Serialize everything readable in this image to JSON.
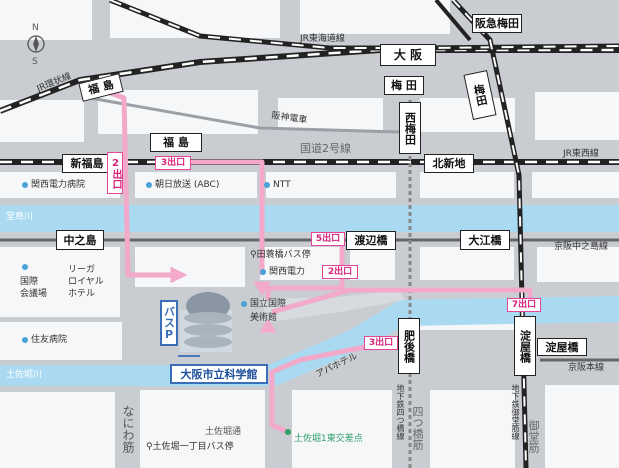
{
  "compass": {
    "north": "N",
    "south": "S"
  },
  "railways": {
    "jr_tokaido": "JR東海道線",
    "jr_kanjo": "JR環状線",
    "hanshin": "阪神電車",
    "jr_tozai": "JR東西線",
    "keihan_nakanoshima": "京阪中之島線",
    "keihan_main": "京阪本線"
  },
  "roads": {
    "route2": "国道2号線",
    "tosabori_dori": "土佐堀通",
    "naniwa_suji": "なにわ筋"
  },
  "rivers": {
    "dojima": "堂島川",
    "tosabori": "土佐堀川"
  },
  "stations": {
    "hankyu_umeda": "阪急梅田",
    "osaka": "大 阪",
    "umeda": "梅 田",
    "umeda_v": "梅田",
    "nishiumeda": "西梅田",
    "fukushima_jr": "福 島",
    "fukushima": "福 島",
    "shinfukushima": "新福島",
    "kitashinchi": "北新地",
    "nakanoshima": "中之島",
    "watanabebashi": "渡辺橋",
    "oebashi": "大江橋",
    "higobashi": "肥後橋",
    "yodoyabashi_v": "淀屋橋",
    "yodoyabashi": "淀屋橋"
  },
  "exits": {
    "shinfukushima_2": "2出口",
    "fukushima_3": "3出口",
    "watanabebashi_5": "5出口",
    "watanabebashi_2": "2出口",
    "higobashi_3": "3出口",
    "yodoyabashi_7": "7出口"
  },
  "landmarks": {
    "kepco_hospital": "関西電力病院",
    "abc": "朝日放送 (ABC)",
    "ntt": "NTT",
    "tamino_bus": "田蓑橋バス停",
    "kepco": "関西電力",
    "intl_conf_1": "国際",
    "intl_conf_2": "会議場",
    "rihga_1": "リーガ",
    "rihga_2": "ロイヤル",
    "rihga_3": "ホテル",
    "nmao_1": "国立国際",
    "nmao_2": "美術館",
    "sumitomo_hospital": "住友病院",
    "apa_hotel": "アパホテル",
    "tosabori1_bus": "土佐堀一丁目バス停",
    "tosabori1_crossing": "土佐堀1東交差点",
    "bus_parking": "バスP",
    "science_museum": "大阪市立科学館"
  },
  "subway": {
    "yotsubashi_line": "地下鉄四つ橋線",
    "yotsubashi_street": "四つ橋筋",
    "midosuji_line": "地下鉄御堂筋線",
    "midosuji_street": "御堂筋"
  },
  "colors": {
    "route_pink": "#f3a9c9",
    "exit_pink": "#e4479a",
    "river_blue": "#a9daf2",
    "road_gray": "#c9cdd2",
    "block_white": "#f6f7f8",
    "rail_dark": "#222222",
    "crossing_green": "#2e9e6a"
  }
}
